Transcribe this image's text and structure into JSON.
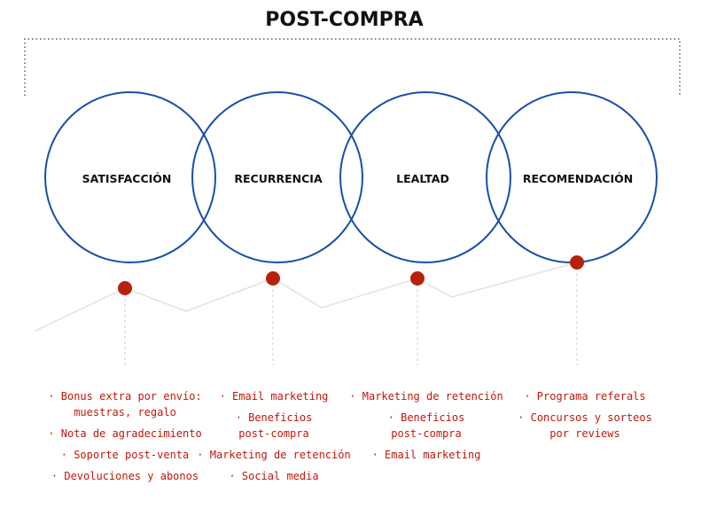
{
  "title": "POST-COMPRA",
  "colors": {
    "circle_stroke": "#1a4fa8",
    "marker": "#b8200c",
    "item_text": "#c0180c",
    "trend_line": "#e2e2e2",
    "bracket": "#8a8a8a"
  },
  "stages": [
    {
      "label": "SATISFACCIÓN",
      "items": [
        "· Bonus extra por envío:\nmuestras, regalo",
        "· Nota de agradecimiento",
        "· Soporte post-venta",
        "· Devoluciones y abonos"
      ]
    },
    {
      "label": "RECURRENCIA",
      "items": [
        "· Email marketing",
        "· Beneficios\npost-compra",
        "· Marketing de retención",
        "· Social media"
      ]
    },
    {
      "label": "LEALTAD",
      "items": [
        "· Marketing de retención",
        "· Beneficios\npost-compra",
        "· Email marketing"
      ]
    },
    {
      "label": "RECOMENDACIÓN",
      "items": [
        "· Programa referals",
        "· Concursos y sorteos\npor reviews"
      ]
    }
  ]
}
